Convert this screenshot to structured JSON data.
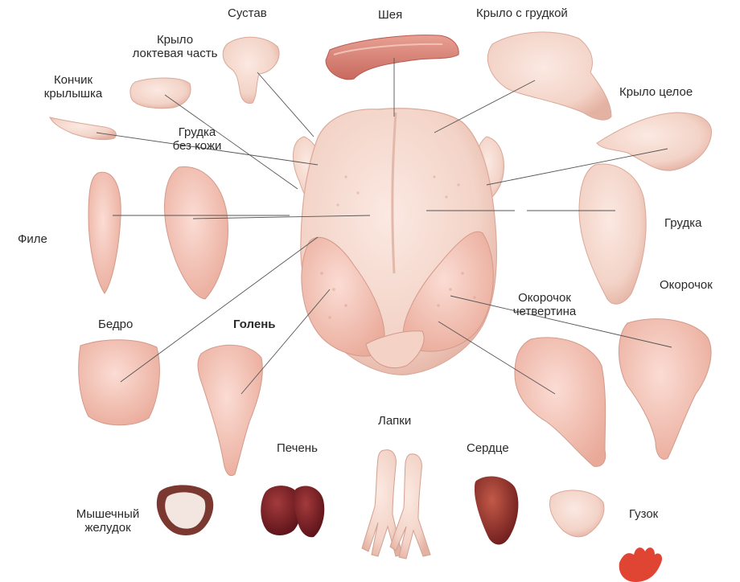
{
  "labels": {
    "sustav": "Сустав",
    "sheya": "Шея",
    "krylo_s_grudkoy": "Крыло с грудкой",
    "krylo_loktevaya_1": "Крыло",
    "krylo_loktevaya_2": "локтевая часть",
    "konchik_1": "Кончик",
    "konchik_2": "крылышка",
    "grudka_bez_kozhi_1": "Грудка",
    "grudka_bez_kozhi_2": "без кожи",
    "krylo_celoe": "Крыло целое",
    "file": "Филе",
    "grudka": "Грудка",
    "okorochok": "Окорочок",
    "okorochok_chetv_1": "Окорочок",
    "okorochok_chetv_2": "четвертина",
    "bedro": "Бедро",
    "golen": "Голень",
    "lapki": "Лапки",
    "pechen": "Печень",
    "serdce": "Сердце",
    "myshechny_1": "Мышечный",
    "myshechny_2": "желудок",
    "guzok": "Гузок"
  },
  "colors": {
    "meat": "#f6d9cf",
    "meat_shadow": "#e9b9ab",
    "neck_red": "#d9877b",
    "liver": "#7a1f24",
    "heart": "#8c2a26",
    "gizzard_ring": "#7a3830",
    "lines": "#555555",
    "text": "#2a2a2a"
  }
}
